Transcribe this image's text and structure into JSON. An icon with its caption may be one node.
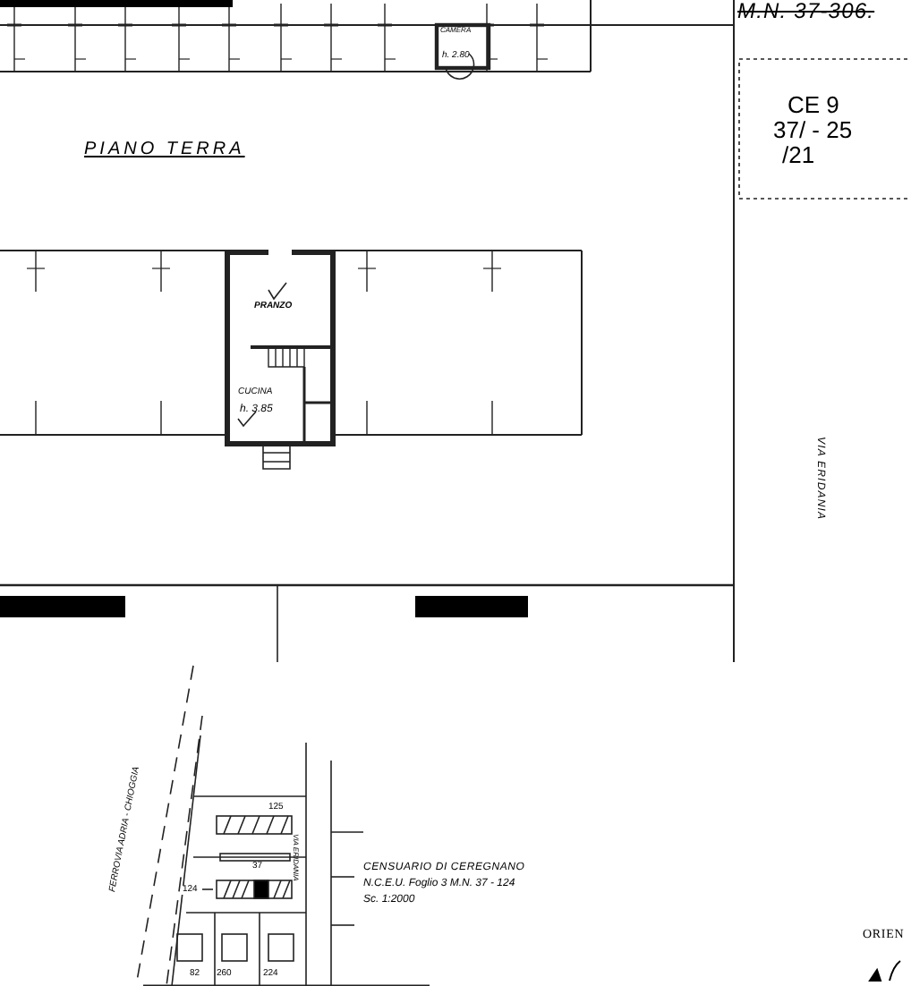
{
  "diagram": {
    "labels": [
      "M.N. 37-306.",
      "CAMERA",
      "h. 2.80",
      "CE 9",
      "37/ - 25",
      "/21",
      "PIANO TERRA",
      "PRANZO",
      "CUCINA",
      "h. 3.85",
      "VIA ERIDANIA",
      "FERROVIA ADRIA - CHIOGGIA",
      "125",
      "37",
      "124",
      "VIA ERIDANIA",
      "CENSUARIO DI CEREGNANO",
      "N.C.E.U. Foglio 3 M.N. 37 - 124",
      "Sc. 1:2000",
      "82",
      "260",
      "224",
      "ORIEN"
    ]
  }
}
